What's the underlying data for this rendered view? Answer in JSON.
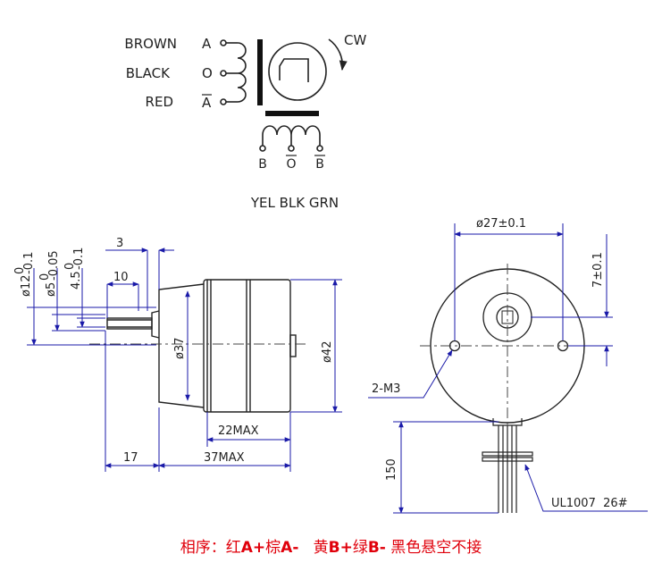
{
  "schematic": {
    "wires": [
      {
        "color": "BROWN",
        "terminal": "A"
      },
      {
        "color": "BLACK",
        "terminal": "O"
      },
      {
        "color": "RED",
        "terminal": "A",
        "overline": true
      }
    ],
    "rotation": "CW",
    "bottom_terminals": [
      "B",
      "O",
      "B"
    ],
    "bottom_colors": "YEL BLK GRN"
  },
  "side_view": {
    "dims": {
      "d12": "ø12",
      "d12_tol": "-0.1",
      "d12_tol_upper": "0",
      "d5": "ø5",
      "d5_tol": "-0.05",
      "d5_tol_upper": "0",
      "h45": "4.5",
      "h45_tol": "-0.1",
      "h45_tol_upper": "0",
      "len3": "3",
      "len10": "10",
      "d37": "ø37",
      "d42": "ø42",
      "len22": "22MAX",
      "len17": "17",
      "len37": "37MAX"
    }
  },
  "front_view": {
    "dims": {
      "d27": "ø27±0.1",
      "h7": "7±0.1",
      "holes": "2-M3",
      "lead": "150",
      "wire": "UL1007  26#"
    }
  },
  "phase_note": {
    "prefix": "相序：红",
    "a_plus": "A+",
    "brown": "棕",
    "a_minus": "A-",
    "yellow": "黄",
    "b_plus": "B+",
    "green": "绿",
    "b_minus": "B-",
    "suffix": "黑色悬空不接"
  }
}
